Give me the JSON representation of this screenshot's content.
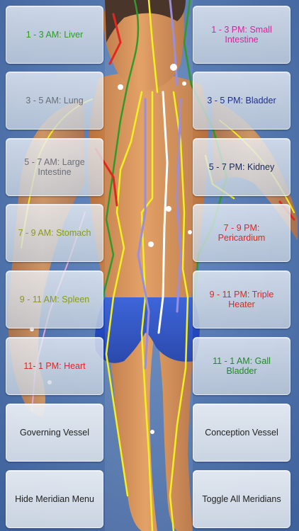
{
  "meridians": {
    "liver": {
      "label": "1 - 3 AM: Liver",
      "color": "#2f9a2a"
    },
    "small_intestine": {
      "label": "1 - 3 PM: Small Intestine",
      "color": "#e0209a"
    },
    "lung": {
      "label": "3 - 5 AM: Lung",
      "color": "#6a6f78"
    },
    "bladder": {
      "label": "3 - 5 PM: Bladder",
      "color": "#1f2f8a"
    },
    "large_intestine": {
      "label": "5 - 7 AM: Large Intestine",
      "color": "#6a6f78"
    },
    "kidney": {
      "label": "5 - 7 PM: Kidney",
      "color": "#1c2a5a"
    },
    "stomach": {
      "label": "7 - 9 AM: Stomach",
      "color": "#8a9a14"
    },
    "pericardium": {
      "label": "7 - 9 PM: Pericardium",
      "color": "#e02820"
    },
    "spleen": {
      "label": "9 - 11 AM: Spleen",
      "color": "#8a9a14"
    },
    "triple_heater": {
      "label": "9 - 11 PM: Triple Heater",
      "color": "#e02820"
    },
    "heart": {
      "label": "11- 1 PM: Heart",
      "color": "#e02820"
    },
    "gall_bladder": {
      "label": "11 - 1 AM: Gall Bladder",
      "color": "#1f8a1f"
    }
  },
  "controls": {
    "governing_vessel": "Governing Vessel",
    "conception_vessel": "Conception Vessel",
    "hide_menu": "Hide Meridian Menu",
    "toggle_all": "Toggle All Meridians"
  }
}
